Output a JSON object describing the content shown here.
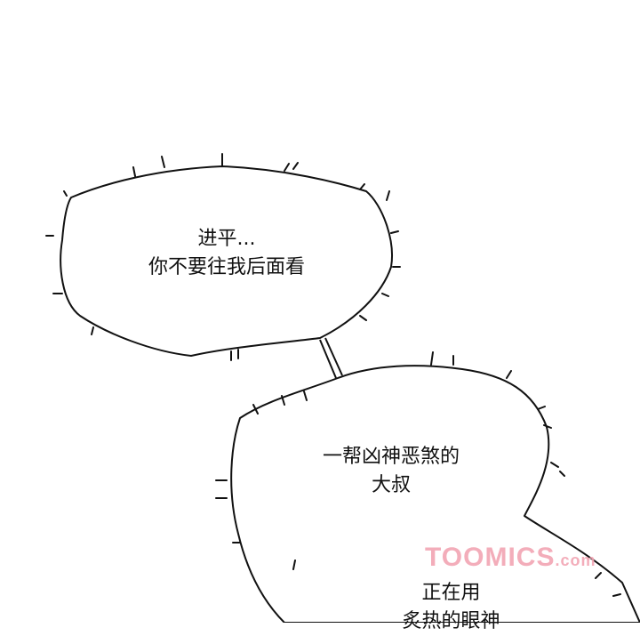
{
  "bubbles": [
    {
      "lines": [
        "进平...",
        "你不要往我后面看"
      ]
    },
    {
      "lines": [
        "一帮凶神恶煞的",
        "大叔"
      ]
    },
    {
      "lines": [
        "正在用",
        "炙热的眼神"
      ]
    }
  ],
  "watermark": {
    "main": "TOOMICS",
    "suffix": ".com",
    "color": "#f2a5b3"
  }
}
